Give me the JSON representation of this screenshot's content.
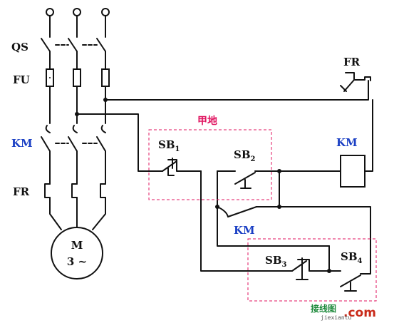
{
  "labels": {
    "qs": "QS",
    "fu": "FU",
    "km_main": "KM",
    "fr_main": "FR",
    "motor_m": "M",
    "motor_phase": "3 ~",
    "fr_control": "FR",
    "km_coil": "KM",
    "km_aux": "KM",
    "jia_di": "甲地",
    "sb1_base": "SB",
    "sb1_sub": "1",
    "sb2_base": "SB",
    "sb2_sub": "2",
    "sb3_base": "SB",
    "sb3_sub": "3",
    "sb4_base": "SB",
    "sb4_sub": "4"
  },
  "watermark": {
    "cn": "接线图",
    "com": ".com",
    "url": "jiexiantu"
  },
  "colors": {
    "wire": "#111111",
    "km_label": "#1a3fc4",
    "zone_dash": "#e0135f"
  }
}
